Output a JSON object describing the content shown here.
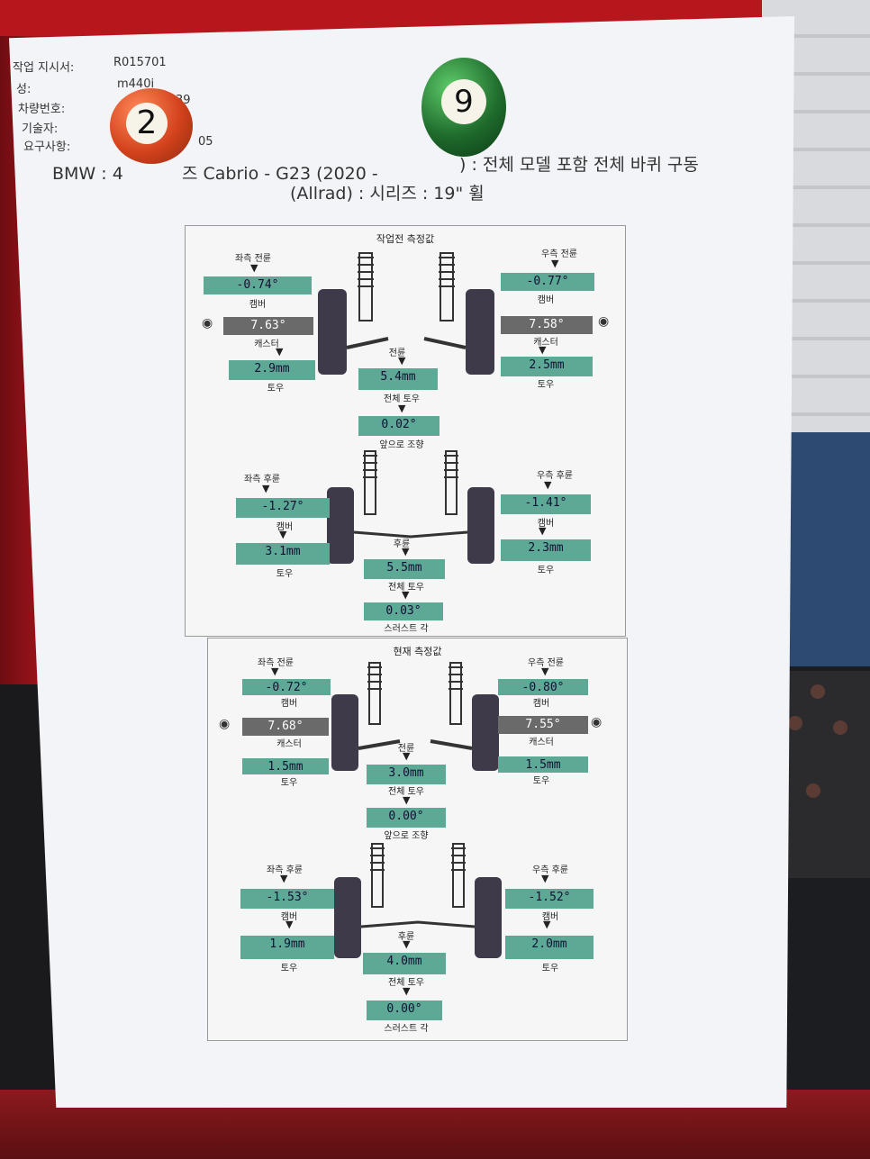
{
  "header": {
    "work_order_label": "작업 지시서:",
    "work_order_value": "R015701",
    "name_label": "성:",
    "name_value": "m440i",
    "vehicle_label": "차량번호:",
    "vehicle_value": "39",
    "tech_label": "기술자:",
    "request_label": "요구사항:",
    "request_value": "05"
  },
  "title_line1": "BMW : 4",
  "title_line1b": "즈 Cabrio - G23 (2020 -",
  "title_line1c": ") : 전체 모델 포함 전체 바퀴 구동",
  "title_line2": "(Allrad) : 시리즈 : 19\" 휠",
  "balls": [
    {
      "number": "2",
      "color": "#d3421c"
    },
    {
      "number": "9",
      "color": "#1f6b2c"
    }
  ],
  "before": {
    "title": "작업전 측정값",
    "front": {
      "left_title": "좌측 전륜",
      "right_title": "우측 전륜",
      "left_camber": "-0.74°",
      "right_camber": "-0.77°",
      "camber_label": "캠버",
      "left_caster": "7.63°",
      "right_caster": "7.58°",
      "caster_label": "캐스터",
      "left_toe": "2.9mm",
      "right_toe": "2.5mm",
      "toe_label": "토우",
      "center_title": "전륜",
      "total_toe": "5.4mm",
      "total_toe_label": "전체 토우",
      "setback": "0.02°",
      "setback_label": "앞으로 조향"
    },
    "rear": {
      "left_title": "좌측 후륜",
      "right_title": "우측 후륜",
      "left_camber": "-1.27°",
      "right_camber": "-1.41°",
      "camber_label": "캠버",
      "left_toe": "3.1mm",
      "right_toe": "2.3mm",
      "toe_label": "토우",
      "center_title": "후륜",
      "total_toe": "5.5mm",
      "total_toe_label": "전체 토우",
      "thrust": "0.03°",
      "thrust_label": "스러스트 각"
    }
  },
  "after": {
    "title": "현재 측정값",
    "front": {
      "left_title": "좌측 전륜",
      "right_title": "우측 전륜",
      "left_camber": "-0.72°",
      "right_camber": "-0.80°",
      "camber_label": "캠버",
      "left_caster": "7.68°",
      "right_caster": "7.55°",
      "caster_label": "캐스터",
      "left_toe": "1.5mm",
      "right_toe": "1.5mm",
      "toe_label": "토우",
      "center_title": "전륜",
      "total_toe": "3.0mm",
      "total_toe_label": "전체 토우",
      "setback": "0.00°",
      "setback_label": "앞으로 조향"
    },
    "rear": {
      "left_title": "좌측 후륜",
      "right_title": "우측 후륜",
      "left_camber": "-1.53°",
      "right_camber": "-1.52°",
      "camber_label": "캠버",
      "left_toe": "1.9mm",
      "right_toe": "2.0mm",
      "toe_label": "토우",
      "center_title": "후륜",
      "total_toe": "4.0mm",
      "total_toe_label": "전체 토우",
      "thrust": "0.00°",
      "thrust_label": "스러스트 각"
    }
  }
}
